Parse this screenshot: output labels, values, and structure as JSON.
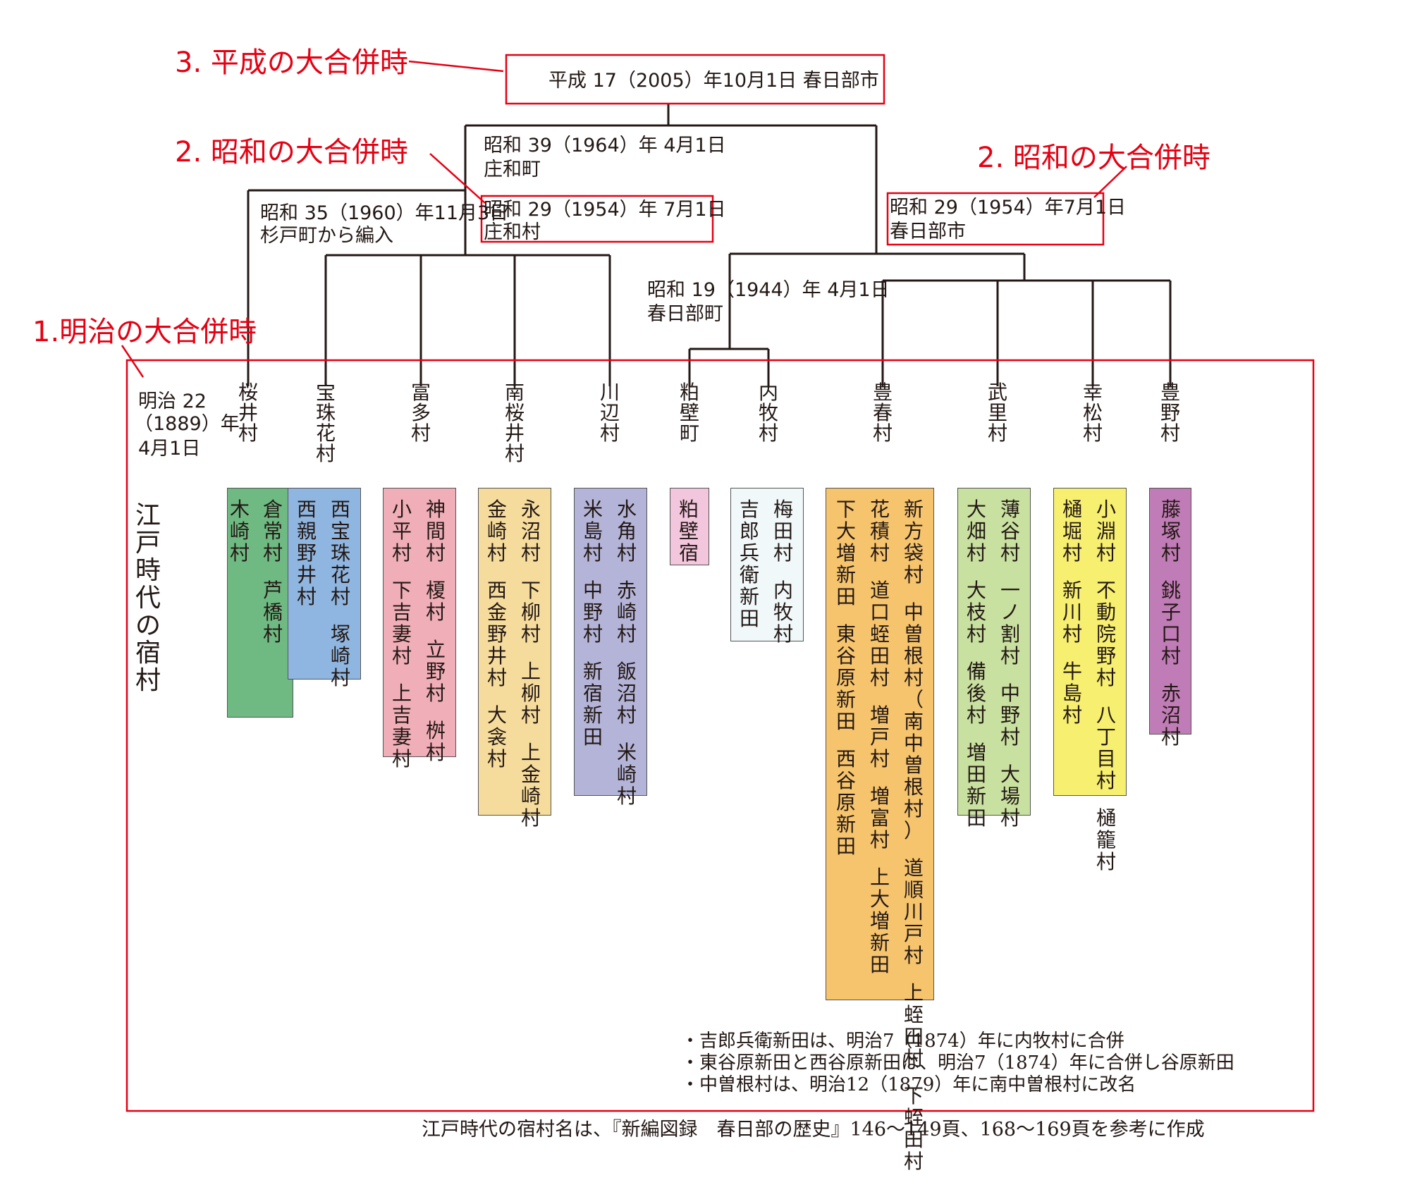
{
  "annotations": {
    "heisei": "3. 平成の大合併時",
    "showa_left": "2. 昭和の大合併時",
    "showa_right": "2. 昭和の大合併時",
    "meiji": "1.明治の大合併時"
  },
  "events": {
    "kasukabe_2005": "平成 17（2005）年10月1日 春日部市",
    "showa_1964_date": "昭和 39（1964）年 4月1日",
    "showa_1964_name": "庄和町",
    "showa_1960_date": "昭和 35（1960）年11月3日",
    "showa_1960_name": "杉戸町から編入",
    "showa_1954_left_date": "昭和 29（1954）年 7月1日",
    "showa_1954_left_name": "庄和村",
    "showa_1954_right_date": "昭和 29（1954）年7月1日",
    "showa_1954_right_name": "春日部市",
    "showa_1944_date": "昭和 19（1944）年 4月1日",
    "showa_1944_name": "春日部町"
  },
  "meiji_date": [
    "明治 22",
    "（1889）年",
    "4月1日"
  ],
  "edo_label": "江戸時代の宿村",
  "meiji_villages": [
    {
      "name": "桜井村",
      "color": "#6fba82",
      "cols": [
        "倉常村",
        "芦橋村",
        "木崎村"
      ]
    },
    {
      "name": "宝珠花村",
      "color": "#8fb6e0",
      "cols": [
        "西宝珠花村",
        "塚崎村",
        "西親野井村"
      ]
    },
    {
      "name": "富多村",
      "color": "#f0aeb8",
      "cols": [
        "神間村",
        "榎村",
        "立野村",
        "桝村",
        "小平村",
        "下吉妻村",
        "上吉妻村"
      ]
    },
    {
      "name": "南桜井村",
      "color": "#f6dc9c",
      "cols": [
        "永沼村",
        "下柳村",
        "上柳村",
        "上金崎村",
        "金崎村",
        "西金野井村",
        "大衾村"
      ]
    },
    {
      "name": "川辺村",
      "color": "#b3b4d8",
      "cols": [
        "水角村",
        "赤崎村",
        "飯沼村",
        "米崎村",
        "米島村",
        "中野村",
        "新宿新田"
      ]
    },
    {
      "name": "粕壁町",
      "color": "#f2c6dd",
      "cols": [
        "粕壁宿"
      ]
    },
    {
      "name": "内牧村",
      "color": "#f0f8fa",
      "cols": [
        "梅田村",
        "内牧村",
        "吉郎兵衛新田"
      ]
    },
    {
      "name": "豊春村",
      "color": "#f6c46c",
      "cols": [
        "新方袋村",
        "中曽根村（南中曽根村）",
        "道順川戸村",
        "上蛭田村",
        "下蛭田村",
        "花積村",
        "道口蛭田村",
        "増戸村",
        "増富村",
        "上大増新田",
        "下大増新田",
        "東谷原新田",
        "西谷原新田"
      ]
    },
    {
      "name": "武里村",
      "color": "#c8e0a0",
      "cols": [
        "薄谷村",
        "一ノ割村",
        "中野村",
        "大場村",
        "大畑村",
        "大枝村",
        "備後村",
        "増田新田"
      ]
    },
    {
      "name": "幸松村",
      "color": "#f7ef70",
      "cols": [
        "小淵村",
        "不動院野村",
        "八丁目村",
        "樋籠村",
        "樋堀村",
        "新川村",
        "牛島村"
      ]
    },
    {
      "name": "豊野村",
      "color": "#c07cb6",
      "cols": [
        "藤塚村",
        "銚子口村",
        "赤沼村"
      ]
    }
  ],
  "notes": [
    "・吉郎兵衛新田は、明治7（1874）年に内牧村に合併",
    "・東谷原新田と西谷原新田は、明治7（1874）年に合併し谷原新田",
    "・中曽根村は、明治12（1879）年に南中曽根村に改名"
  ],
  "footer": "江戸時代の宿村名は、『新編図録　春日部の歴史』146〜149頁、168〜169頁を参考に作成"
}
